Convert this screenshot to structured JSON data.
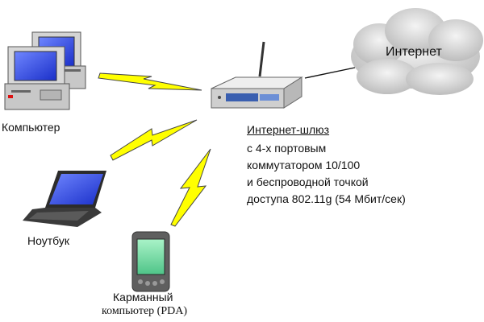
{
  "nodes": {
    "computer": {
      "label": "Компьютер"
    },
    "laptop": {
      "label": "Ноутбук"
    },
    "pda": {
      "label_line1": "Карманный",
      "label_line2": "компьютер (PDA)"
    },
    "internet": {
      "label": "Интернет"
    },
    "gateway": {
      "title": "Интернет-шлюз",
      "line1": "с 4-х портовым",
      "line2": "коммутатором 10/100",
      "line3": "и беспроводной точкой",
      "line4": "доступа 802.11g (54 Мбит/сек)"
    }
  },
  "colors": {
    "lightning": "#ffff00",
    "screen": "#2a46e8",
    "cloud": "#dcdcdc",
    "device": "#d4d4d4"
  }
}
